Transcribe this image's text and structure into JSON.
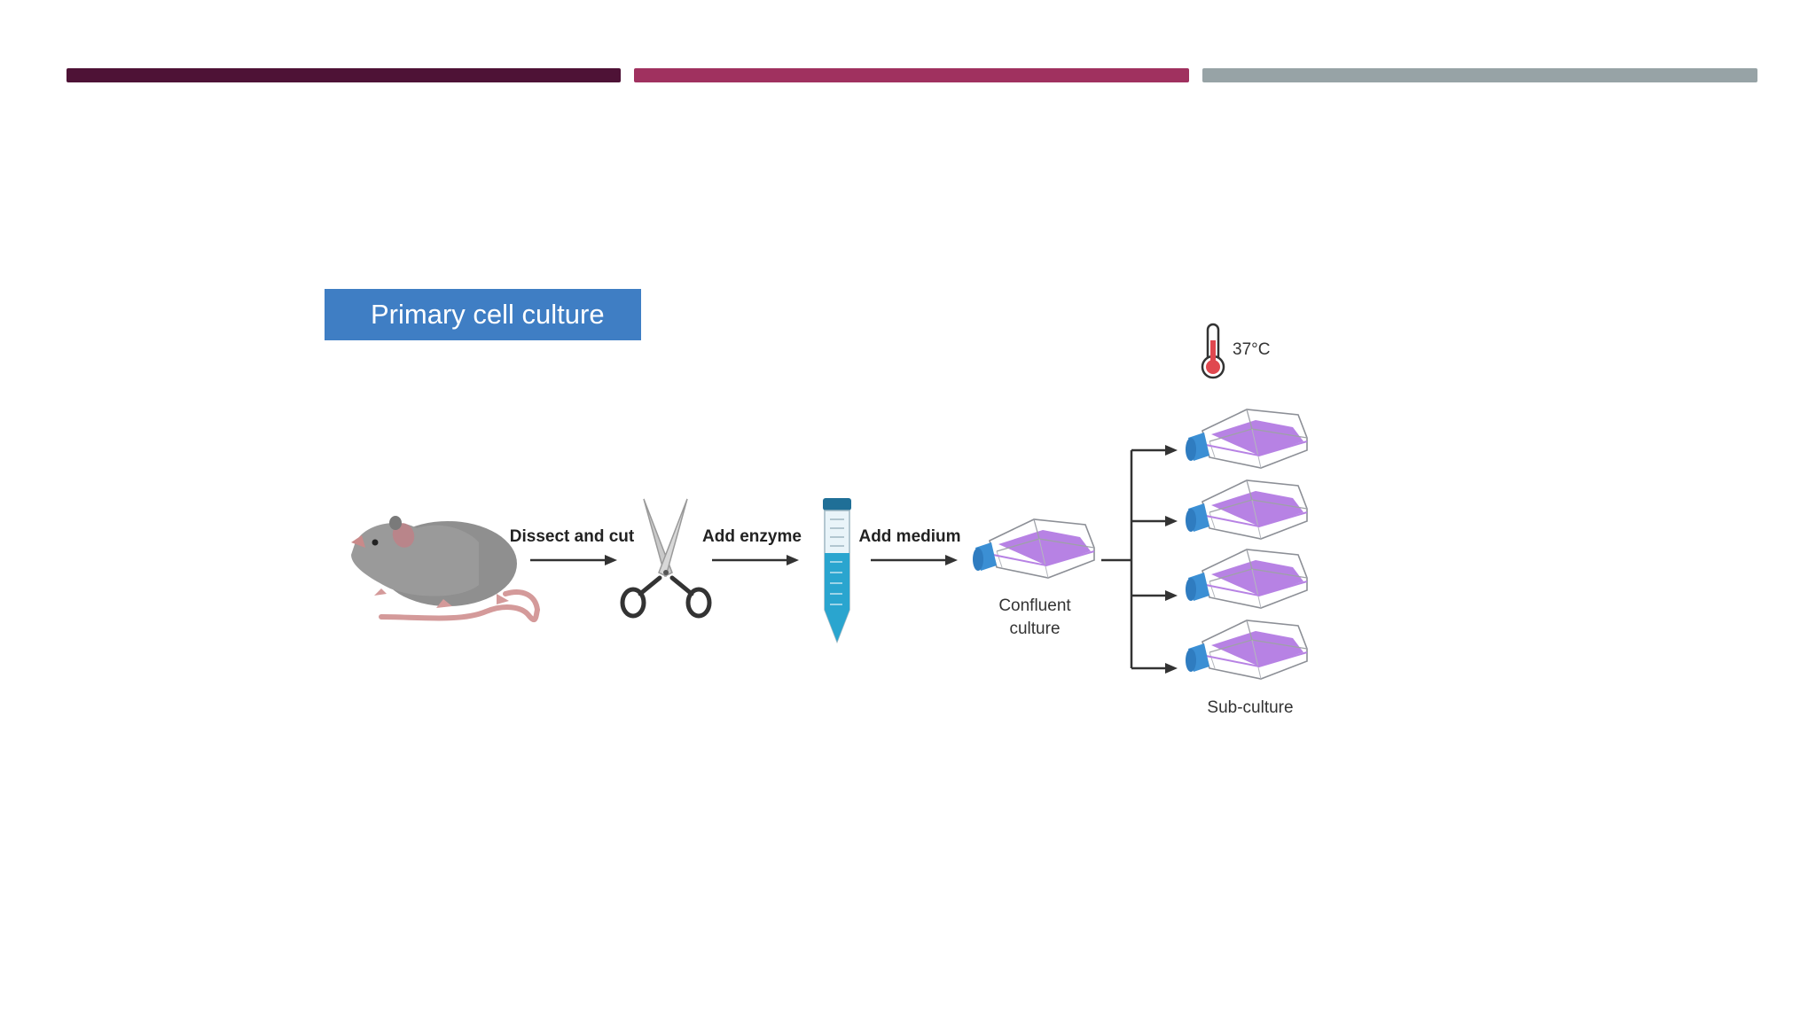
{
  "colors": {
    "bar_1": "#4e1236",
    "bar_2": "#a0315f",
    "bar_3": "#97a3a6",
    "title_bg": "#3f7ec4",
    "flask_cap": "#3b8fd4",
    "flask_medium": "#b782e4",
    "tube": "#2aa5cf",
    "thermometer": "#e0484f"
  },
  "title": "Primary cell culture",
  "steps": {
    "dissect": "Dissect and cut",
    "enzyme": "Add enzyme",
    "medium": "Add medium"
  },
  "confluent": {
    "line1": "Confluent",
    "line2": "culture"
  },
  "temperature": "37°C",
  "subculture_label": "Sub-culture",
  "icons": [
    "mouse-icon",
    "scissors-icon",
    "centrifuge-tube-icon",
    "culture-flask-icon",
    "thermometer-icon"
  ]
}
